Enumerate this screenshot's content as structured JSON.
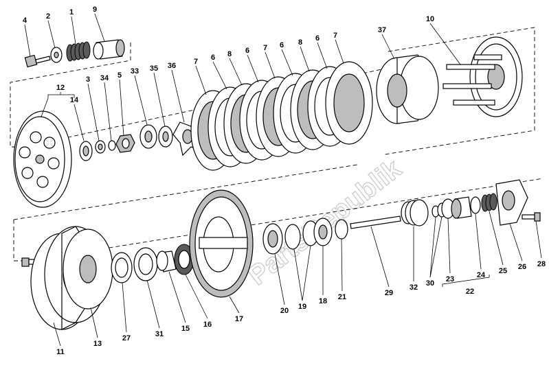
{
  "watermark": "PartsRepublik",
  "callouts": [
    {
      "id": "c4",
      "label": "4"
    },
    {
      "id": "c2",
      "label": "2"
    },
    {
      "id": "c1",
      "label": "1"
    },
    {
      "id": "c9",
      "label": "9"
    },
    {
      "id": "c12",
      "label": "12"
    },
    {
      "id": "c3",
      "label": "3"
    },
    {
      "id": "c34",
      "label": "34"
    },
    {
      "id": "c5",
      "label": "5"
    },
    {
      "id": "c33",
      "label": "33"
    },
    {
      "id": "c35",
      "label": "35"
    },
    {
      "id": "c36",
      "label": "36"
    },
    {
      "id": "c14",
      "label": "14"
    },
    {
      "id": "c7a",
      "label": "7"
    },
    {
      "id": "c6a",
      "label": "6"
    },
    {
      "id": "c8a",
      "label": "8"
    },
    {
      "id": "c6b",
      "label": "6"
    },
    {
      "id": "c7b",
      "label": "7"
    },
    {
      "id": "c6c",
      "label": "6"
    },
    {
      "id": "c8b",
      "label": "8"
    },
    {
      "id": "c6d",
      "label": "6"
    },
    {
      "id": "c7c",
      "label": "7"
    },
    {
      "id": "c37",
      "label": "37"
    },
    {
      "id": "c10",
      "label": "10"
    },
    {
      "id": "c11",
      "label": "11"
    },
    {
      "id": "c13",
      "label": "13"
    },
    {
      "id": "c27",
      "label": "27"
    },
    {
      "id": "c31",
      "label": "31"
    },
    {
      "id": "c15",
      "label": "15"
    },
    {
      "id": "c16",
      "label": "16"
    },
    {
      "id": "c17",
      "label": "17"
    },
    {
      "id": "c20",
      "label": "20"
    },
    {
      "id": "c19",
      "label": "19"
    },
    {
      "id": "c18",
      "label": "18"
    },
    {
      "id": "c21",
      "label": "21"
    },
    {
      "id": "c29",
      "label": "29"
    },
    {
      "id": "c32",
      "label": "32"
    },
    {
      "id": "c30",
      "label": "30"
    },
    {
      "id": "c23",
      "label": "23"
    },
    {
      "id": "c22",
      "label": "22"
    },
    {
      "id": "c24",
      "label": "24"
    },
    {
      "id": "c25",
      "label": "25"
    },
    {
      "id": "c26",
      "label": "26"
    },
    {
      "id": "c28",
      "label": "28"
    }
  ]
}
